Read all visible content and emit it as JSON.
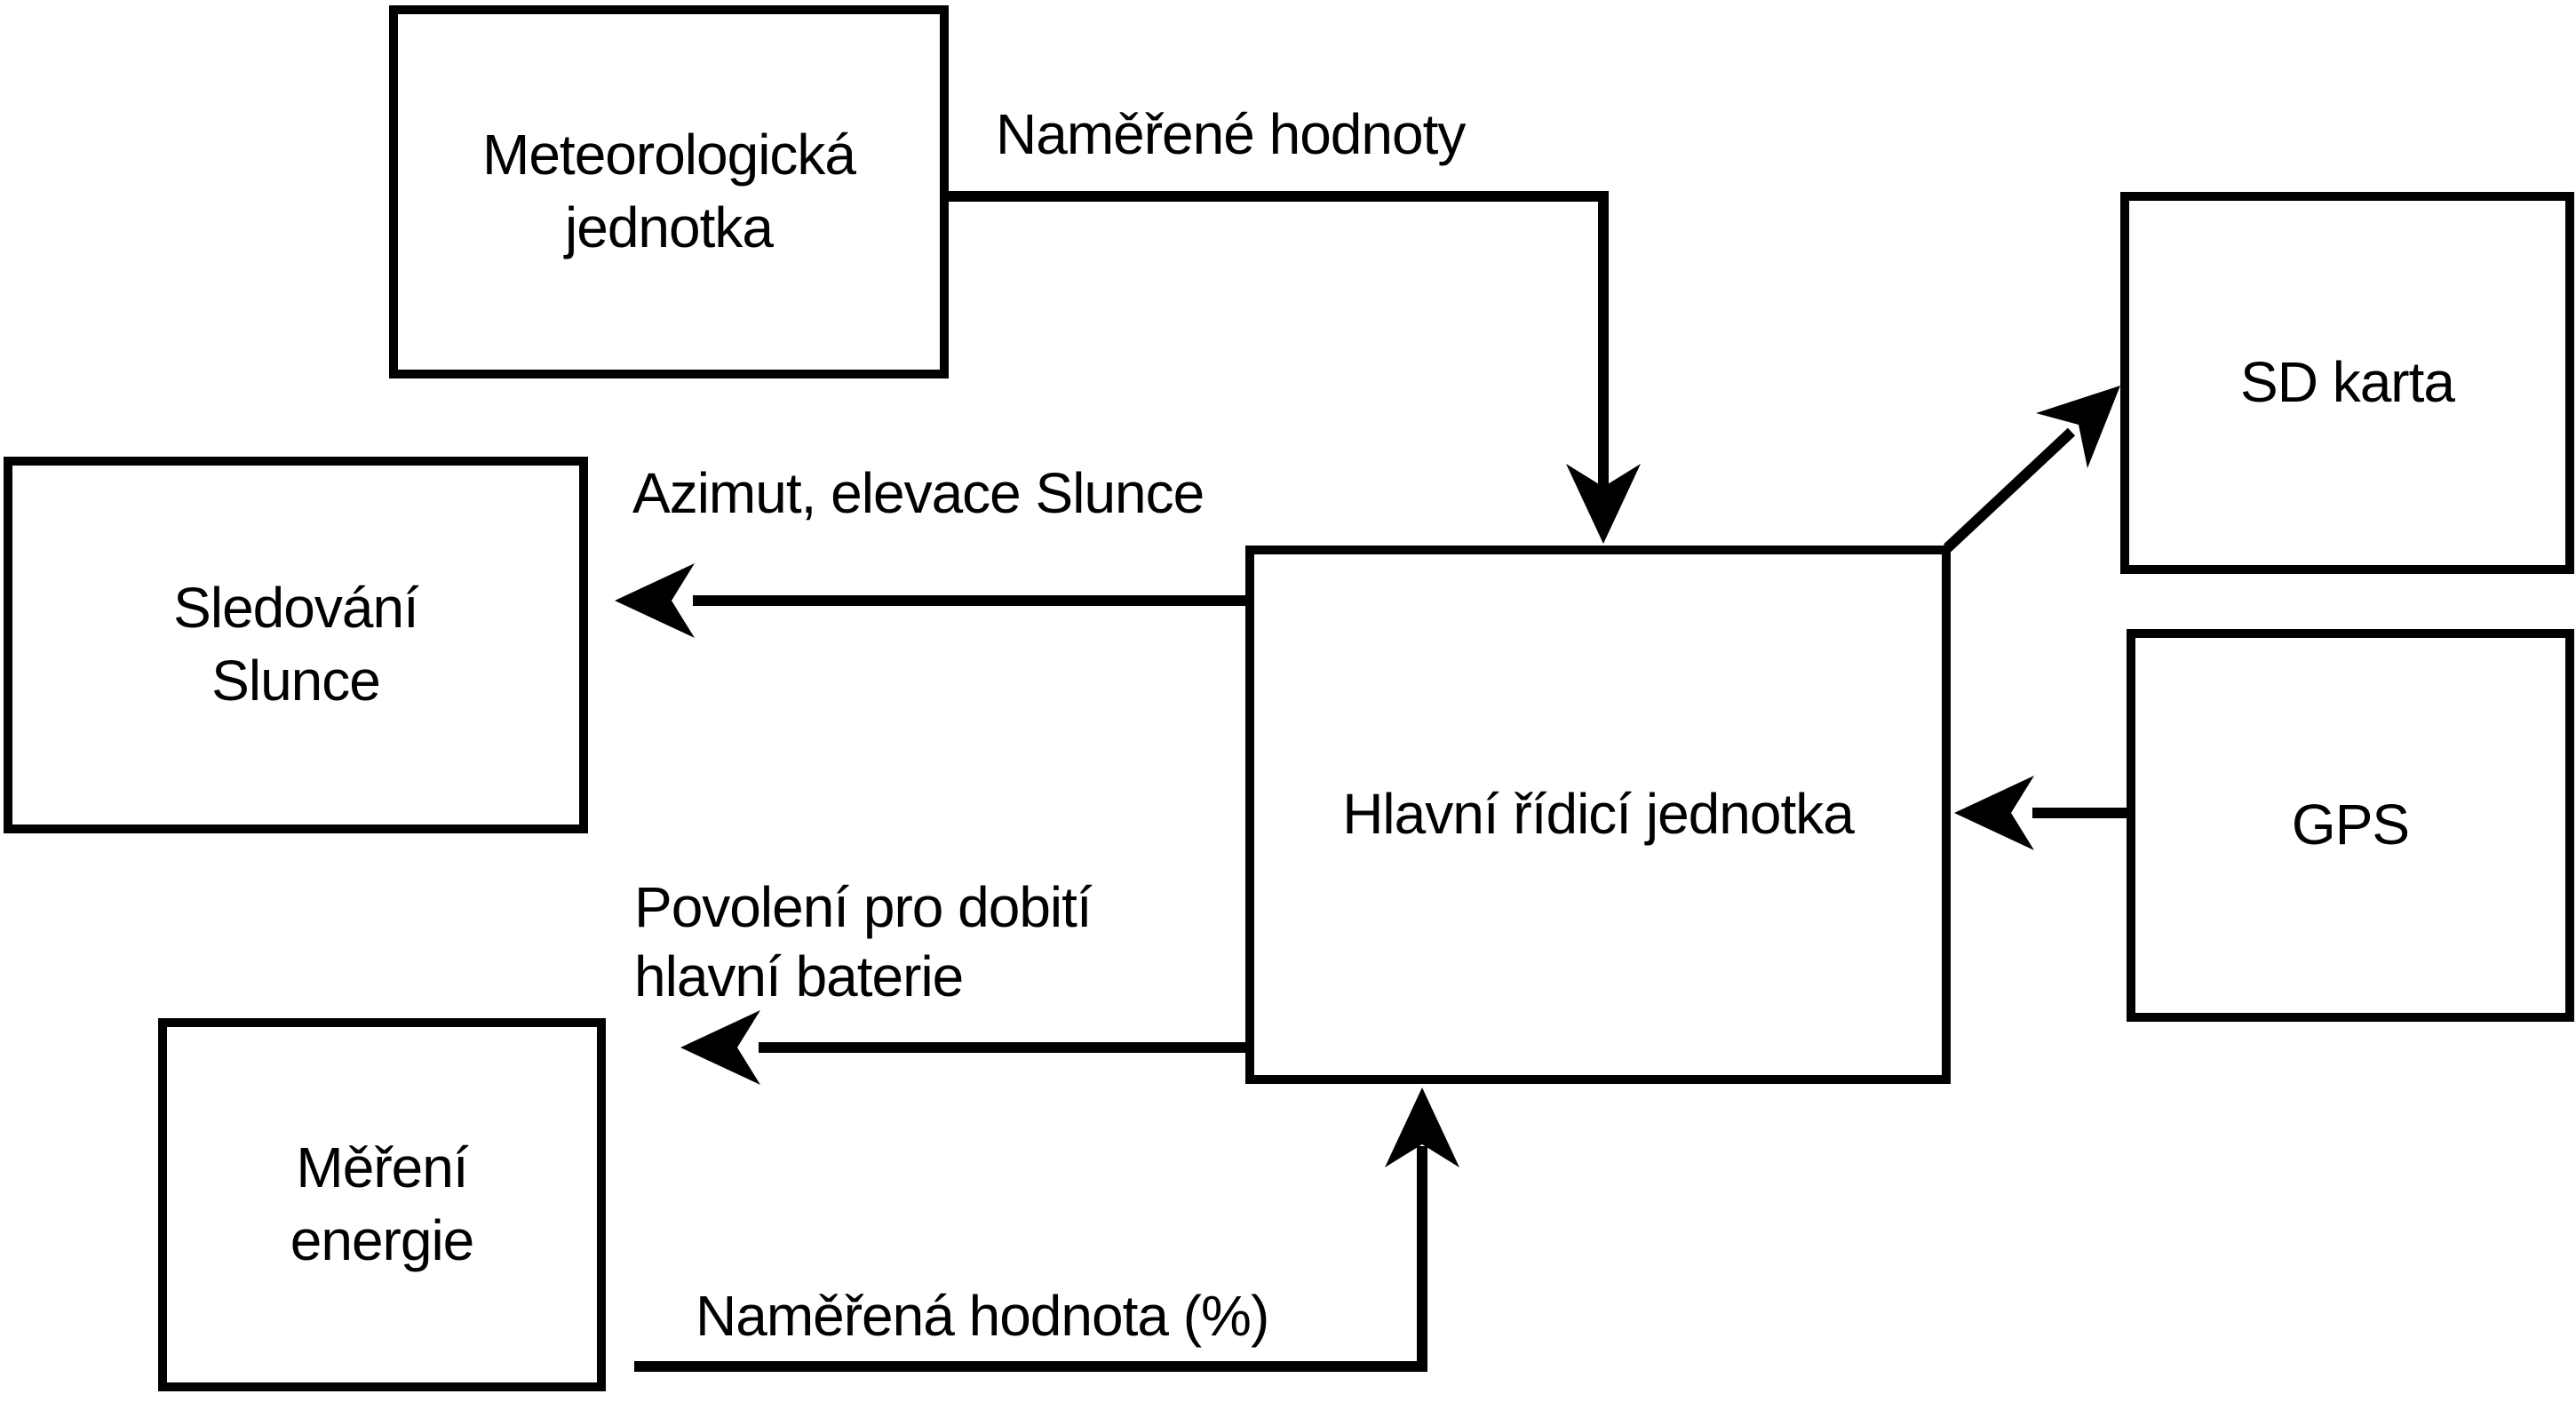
{
  "diagram": {
    "colors": {
      "ink": "#000000",
      "background": "#ffffff"
    },
    "nodes": [
      {
        "id": "meteo",
        "label": "Meteorologická\njednotka"
      },
      {
        "id": "sun",
        "label": "Sledování\nSlunce"
      },
      {
        "id": "energy",
        "label": "Měření\nenergie"
      },
      {
        "id": "main",
        "label": "Hlavní řídicí jednotka"
      },
      {
        "id": "sd",
        "label": "SD karta"
      },
      {
        "id": "gps",
        "label": "GPS"
      }
    ],
    "edges": [
      {
        "from": "meteo",
        "to": "main",
        "label": "Naměřené hodnoty"
      },
      {
        "from": "main",
        "to": "sun",
        "label": "Azimut, elevace Slunce"
      },
      {
        "from": "main",
        "label": "Povolení pro dobití\nhlavní baterie"
      },
      {
        "from": "energy",
        "to": "main",
        "label": "Naměřená hodnota (%)"
      },
      {
        "from": "main",
        "to": "sd"
      },
      {
        "from": "gps",
        "to": "main"
      }
    ]
  }
}
